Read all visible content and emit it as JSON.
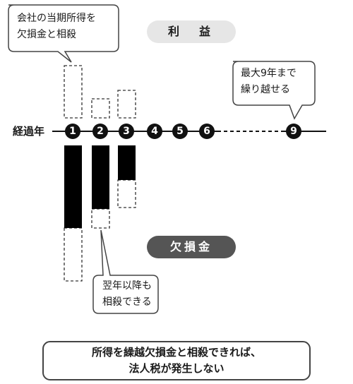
{
  "callouts": {
    "top_left": [
      "会社の当期所得を",
      "欠損金と相殺"
    ],
    "top_right": [
      "最大9年まで",
      "繰り越せる"
    ],
    "middle": [
      "翌年以降も",
      "相殺できる"
    ]
  },
  "labels": {
    "profit": "利　益",
    "loss": "欠損金",
    "axis": "経過年"
  },
  "years": [
    "1",
    "2",
    "3",
    "4",
    "5",
    "6",
    "9"
  ],
  "summary": [
    "所得を繰越欠損金と相殺できれば、",
    "法人税が発生しない"
  ]
}
